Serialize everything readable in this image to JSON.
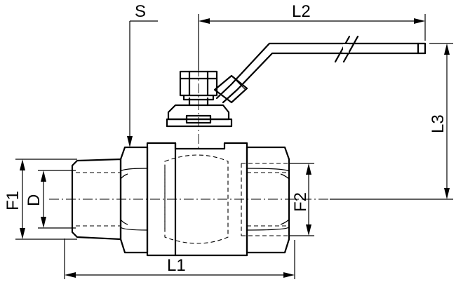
{
  "drawing": {
    "line_color": "#000000",
    "background": "#ffffff",
    "labels": {
      "S": "S",
      "L2": "L2",
      "L3": "L3",
      "L1": "L1",
      "F1": "F1",
      "D": "D",
      "F2": "F2"
    }
  }
}
